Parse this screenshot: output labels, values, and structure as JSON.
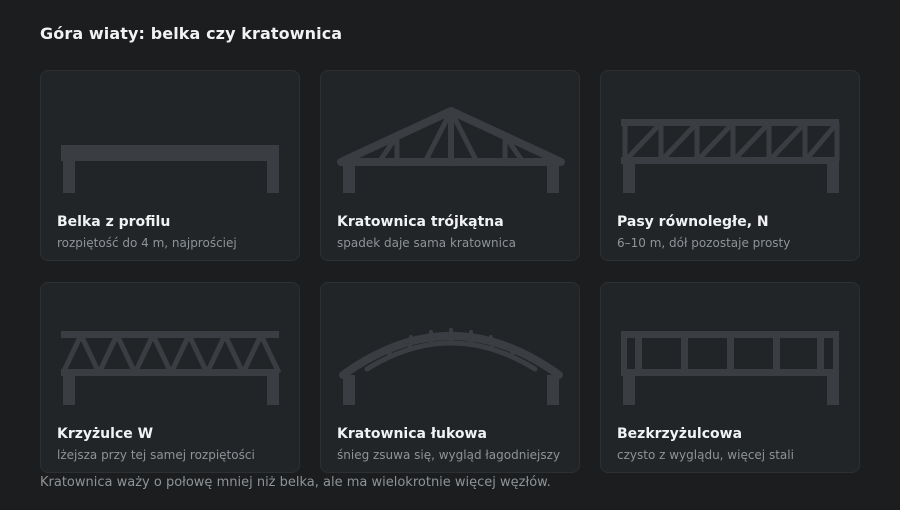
{
  "heading": "Góra wiaty: belka czy kratownica",
  "options": [
    {
      "title": "Belka z profilu",
      "subtitle": "rozpiętość do 4 m, najprościej",
      "icon": "solid-beam-icon"
    },
    {
      "title": "Kratownica trójkątna",
      "subtitle": "spadek daje sama kratownica",
      "icon": "triangular-truss-icon"
    },
    {
      "title": "Pasy równoległe, N",
      "subtitle": "6–10 m, dół pozostaje prosty",
      "icon": "parallel-n-truss-icon"
    },
    {
      "title": "Krzyżulce W",
      "subtitle": "lżejsza przy tej samej rozpiętości",
      "icon": "w-truss-icon"
    },
    {
      "title": "Kratownica łukowa",
      "subtitle": "śnieg zsuwa się, wygląd łagodniejszy",
      "icon": "arched-truss-icon"
    },
    {
      "title": "Bezkrzyżulcowa",
      "subtitle": "czysto z wyglądu, więcej stali",
      "icon": "vierendeel-truss-icon"
    }
  ],
  "footnote": "Kratownica waży o połowę mniej niż belka, ale ma wielokrotnie więcej węzłów.",
  "colors": {
    "background": "#1b1d1f",
    "card": "#222527",
    "structure": "#3a3d42",
    "muted_text": "#8e9397"
  }
}
